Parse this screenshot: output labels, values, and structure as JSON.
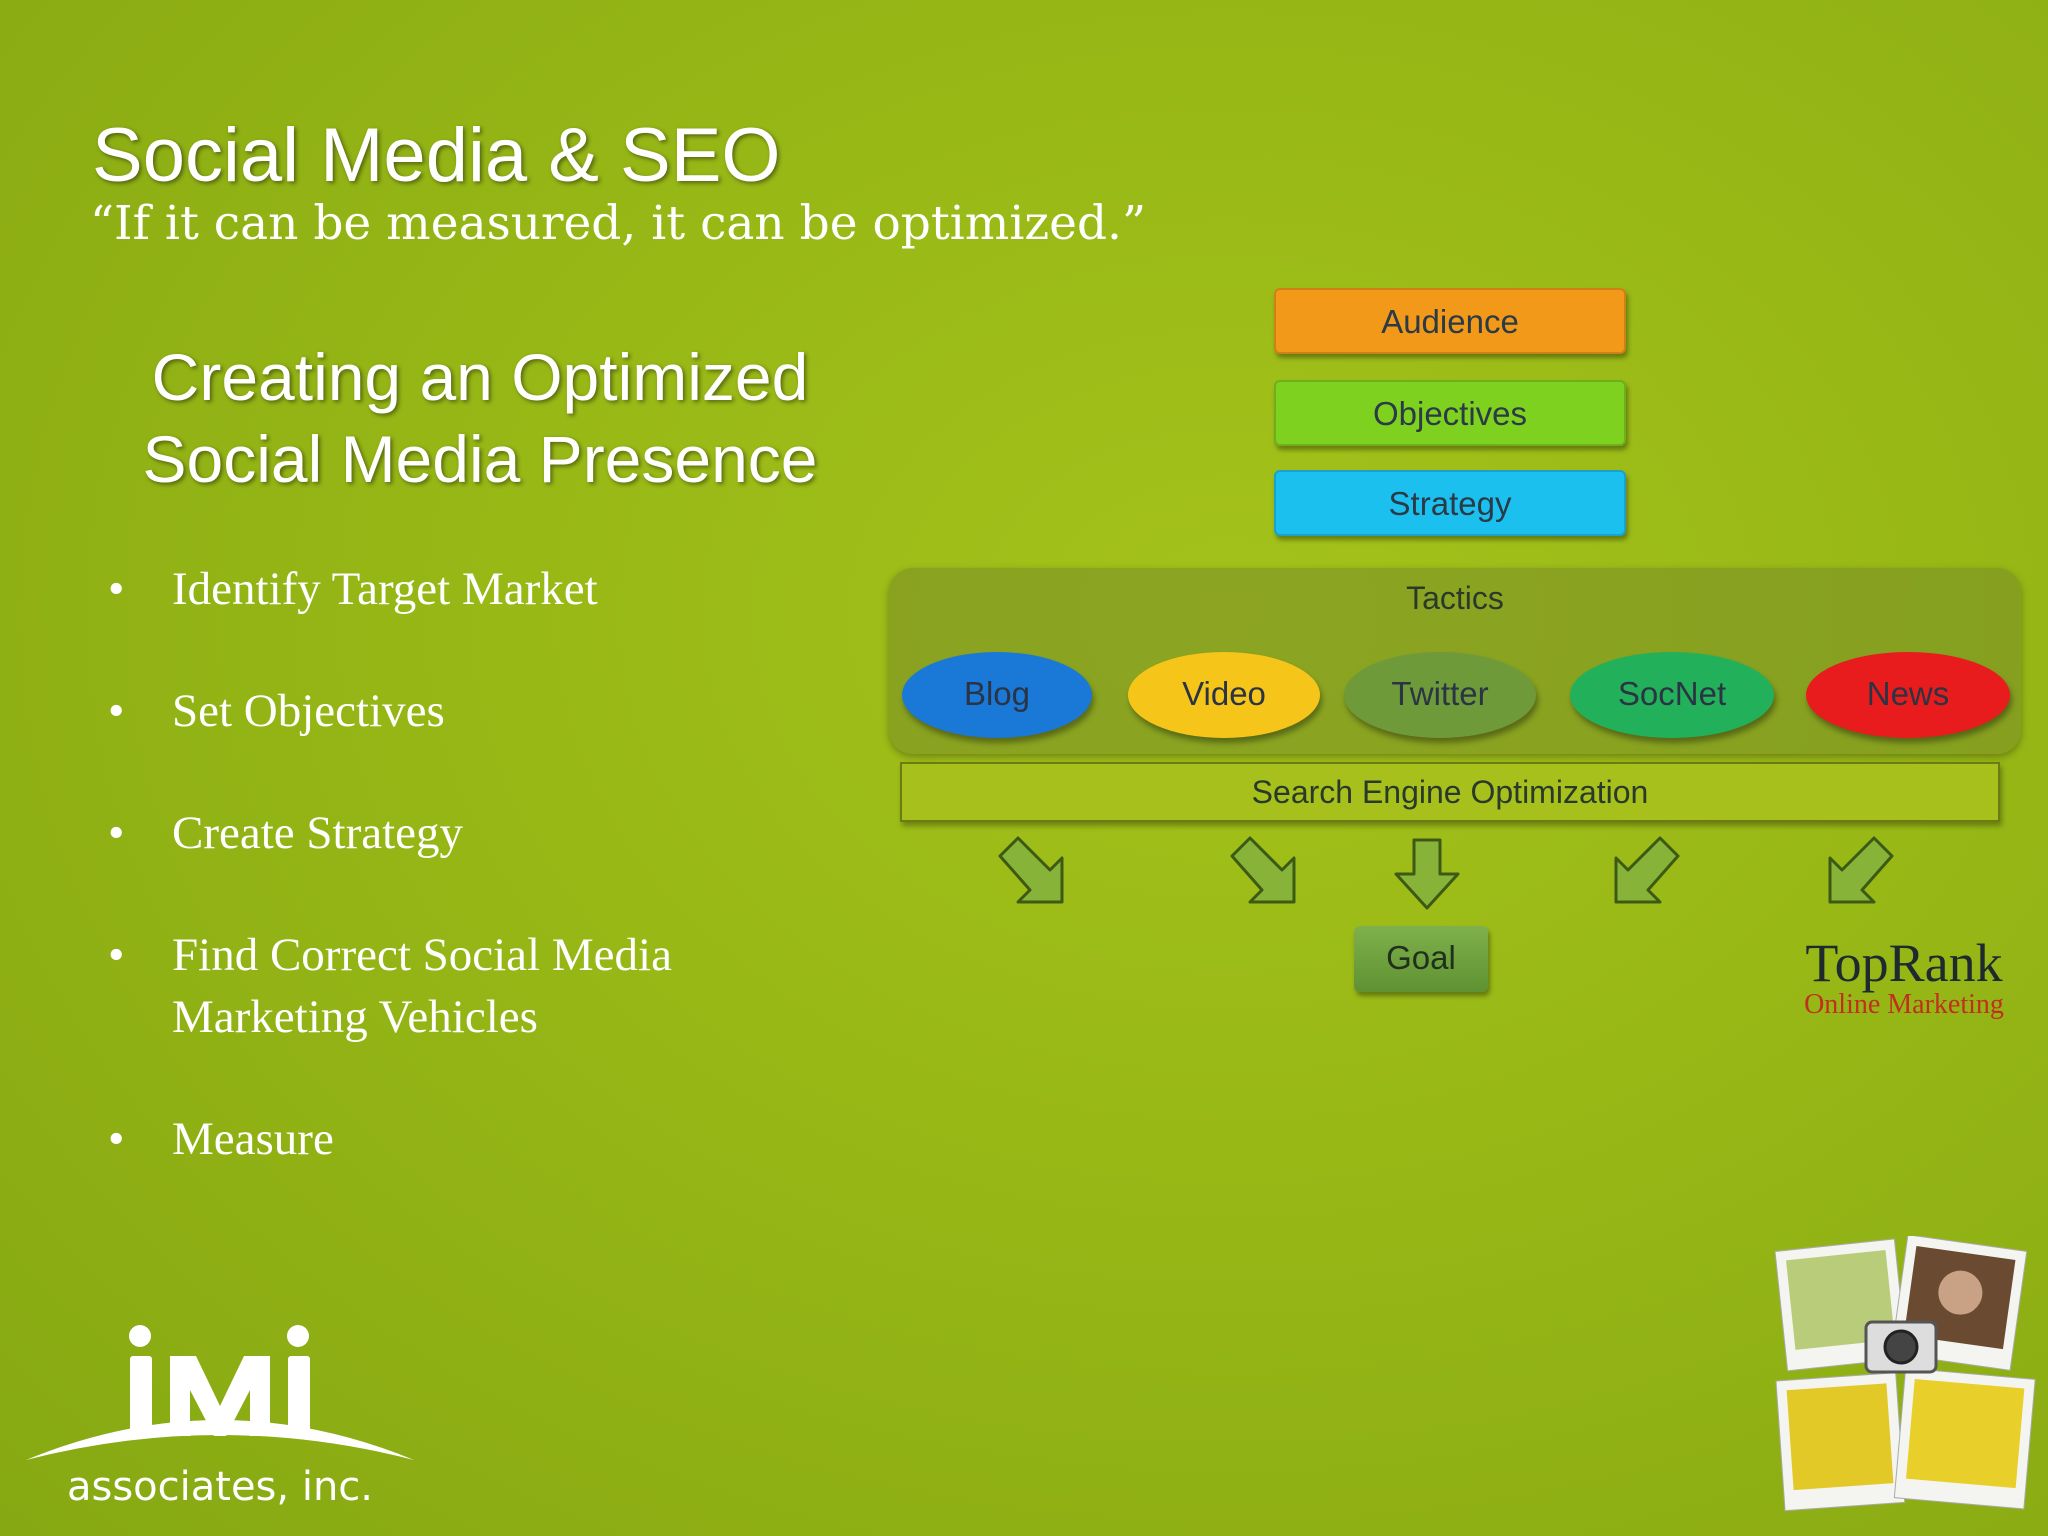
{
  "slide": {
    "title": "Social Media & SEO",
    "quote": "“If it can be measured, it can be optimized.”",
    "subheading_line1": "Creating an Optimized",
    "subheading_line2": "Social Media Presence"
  },
  "bullets": [
    {
      "line1": "Identify Target Market",
      "line2": ""
    },
    {
      "line1": "Set Objectives",
      "line2": ""
    },
    {
      "line1": "Create Strategy",
      "line2": ""
    },
    {
      "line1": "Find Correct Social Media",
      "line2": "Marketing Vehicles"
    },
    {
      "line1": "Measure",
      "line2": ""
    }
  ],
  "bullet_symbol": "•",
  "diagram": {
    "audience": "Audience",
    "objectives": "Objectives",
    "strategy": "Strategy",
    "tactics": "Tactics",
    "tactic_items": [
      "Blog",
      "Video",
      "Twitter",
      "SocNet",
      "News"
    ],
    "seo": "Search Engine Optimization",
    "goal": "Goal",
    "colors": {
      "audience": "#f2991a",
      "objectives": "#7fd11f",
      "strategy": "#1cc0ee",
      "blog": "#1a78d6",
      "video": "#f5c51a",
      "twitter": "#6f9a3a",
      "socnet": "#22b15a",
      "news": "#e81c1c"
    }
  },
  "logos": {
    "toprank_name": "TopRank",
    "toprank_tagline": "Online Marketing",
    "imi_mark": "iMi",
    "imi_tagline": "associates, inc.",
    "photo_collage": "camera-photo-collage-icon"
  }
}
